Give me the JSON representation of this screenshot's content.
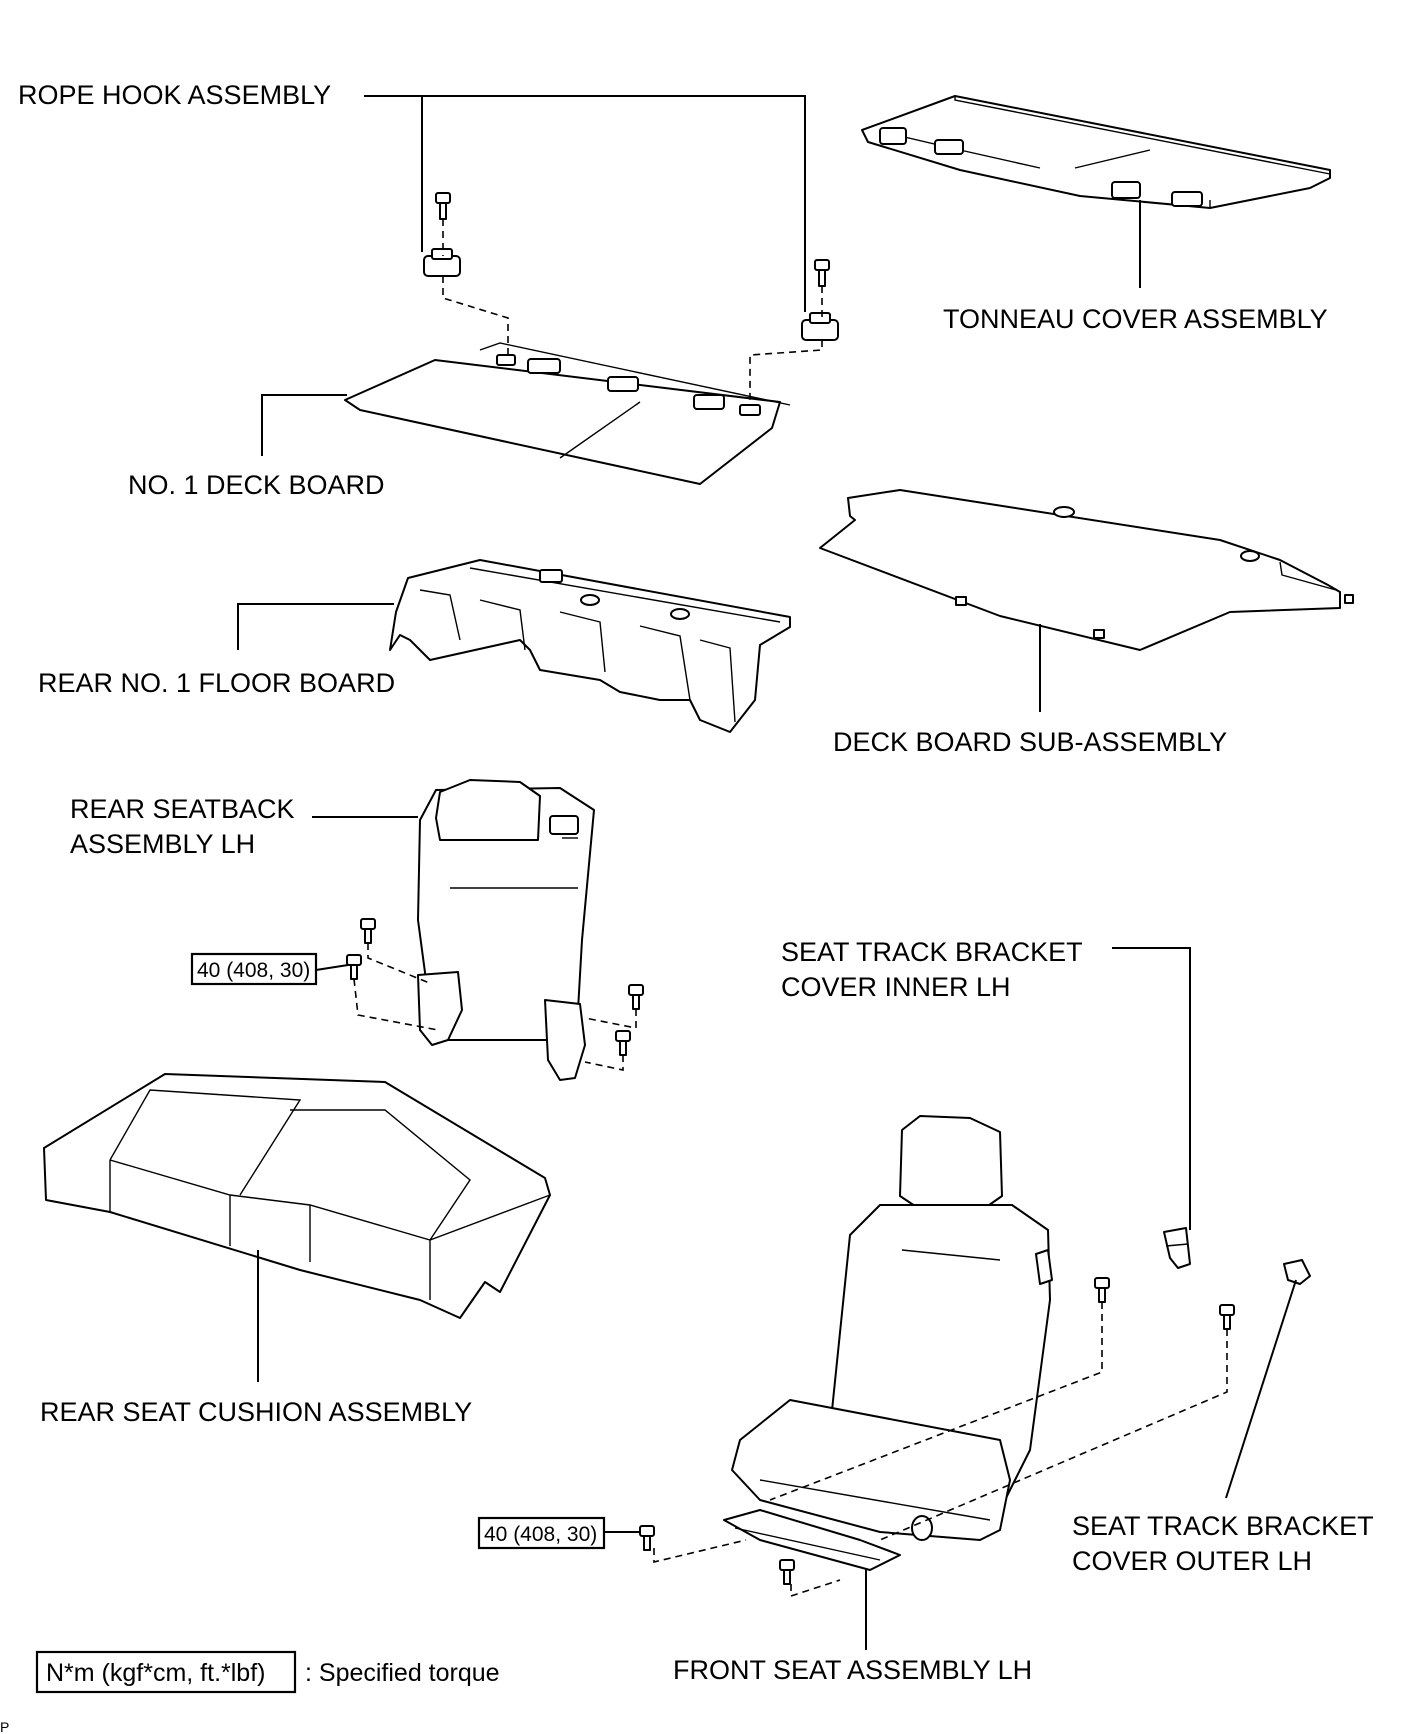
{
  "labels": {
    "rope_hook": "ROPE HOOK ASSEMBLY",
    "tonneau_cover": "TONNEAU COVER ASSEMBLY",
    "deck_board_no1": "NO. 1 DECK BOARD",
    "rear_floor_board": "REAR NO. 1 FLOOR BOARD",
    "deck_board_sub": "DECK BOARD SUB-ASSEMBLY",
    "rear_seatback_1": "REAR SEATBACK",
    "rear_seatback_2": "ASSEMBLY LH",
    "track_cover_inner_1": "SEAT TRACK BRACKET",
    "track_cover_inner_2": "COVER INNER LH",
    "rear_seat_cushion": "REAR SEAT CUSHION ASSEMBLY",
    "track_cover_outer_1": "SEAT TRACK BRACKET",
    "track_cover_outer_2": "COVER OUTER LH",
    "front_seat": "FRONT SEAT ASSEMBLY LH"
  },
  "torque": {
    "rear_seatback_bolt": "40 (408, 30)",
    "front_seat_bolt": "40 (408, 30)"
  },
  "legend": {
    "unit_box": "N*m (kgf*cm, ft.*lbf)",
    "description": ": Specified torque"
  },
  "corner_mark": "P"
}
